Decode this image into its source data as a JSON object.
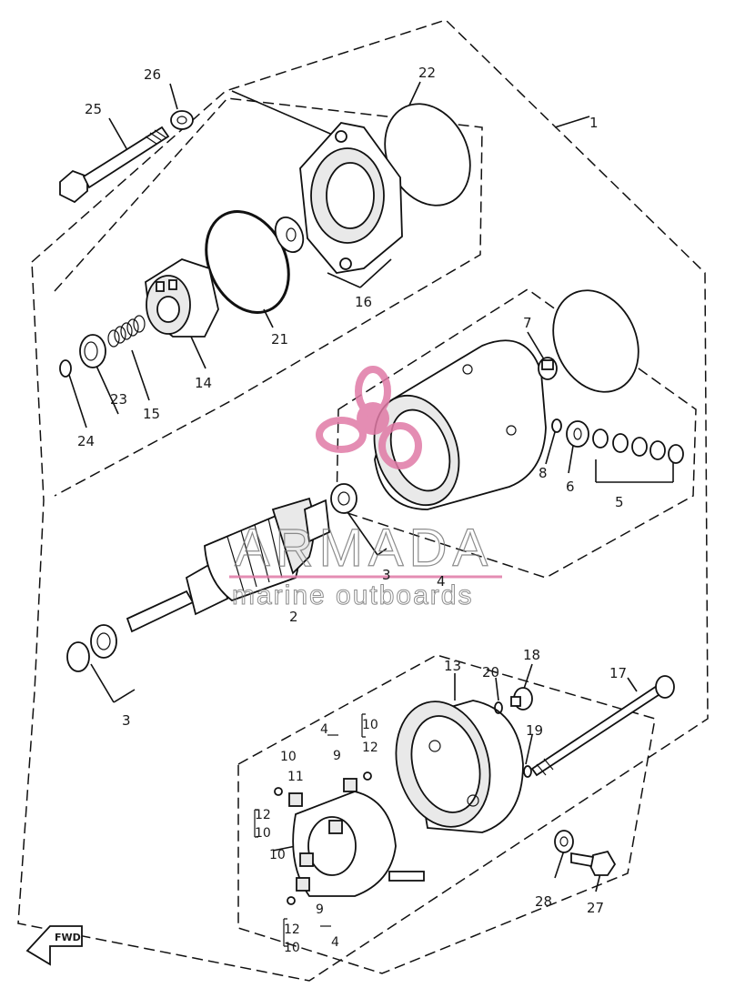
{
  "watermark": {
    "brand": "ARMADA",
    "tagline": "marine outboards",
    "accent_color": "#e07aa6"
  },
  "callouts": {
    "c1": "1",
    "c2": "2",
    "c3a": "3",
    "c3b": "3",
    "c4a": "4",
    "c4b": "4",
    "c4c": "4",
    "c5": "5",
    "c6": "6",
    "c7": "7",
    "c8": "8",
    "c9a": "9",
    "c9b": "9",
    "c10a": "10",
    "c10b": "10",
    "c10c": "10",
    "c10d": "10",
    "c10e": "10",
    "c11": "11",
    "c12a": "12",
    "c12b": "12",
    "c12c": "12",
    "c13": "13",
    "c14": "14",
    "c15": "15",
    "c16": "16",
    "c17": "17",
    "c18": "18",
    "c19": "19",
    "c20": "20",
    "c21": "21",
    "c22": "22",
    "c23": "23",
    "c24": "24",
    "c25": "25",
    "c26": "26",
    "c27": "27",
    "c28": "28"
  },
  "direction_marker": {
    "label": "FWD"
  }
}
